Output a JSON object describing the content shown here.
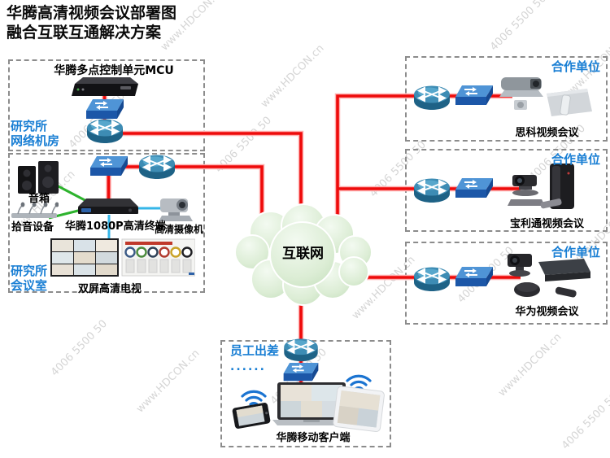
{
  "title": {
    "line1": "华腾高清视频会议部署图",
    "line2": "融合互联互通解决方案"
  },
  "watermark": {
    "site": "www.HDCON.cn",
    "phone": "4006 5500 50"
  },
  "cloud": {
    "label": "互联网"
  },
  "network_room": {
    "zone_line1": "研究所",
    "zone_line2": "网络机房",
    "mcu_label": "华腾多点控制单元MCU"
  },
  "meeting_room": {
    "zone_line1": "研究所",
    "zone_line2": "会议室",
    "speakers_label": "音箱",
    "mic_label": "拾音设备",
    "terminal_label": "华腾1080P高清终端",
    "camera_label": "高清摄像机",
    "tv_label": "双屏高清电视"
  },
  "partners": [
    {
      "zone_label": "合作单位",
      "device_label": "思科视频会议"
    },
    {
      "zone_label": "合作单位",
      "device_label": "宝利通视频会议"
    },
    {
      "zone_label": "合作单位",
      "device_label": "华为视频会议"
    }
  ],
  "mobile": {
    "zone_label": "员工出差",
    "dots": "......",
    "device_label": "华腾移动客户端"
  },
  "colors": {
    "link_red": "#ee0b0b",
    "link_green": "#2db32d",
    "link_cyan": "#35b6e8",
    "accent_blue": "#1a7fd4",
    "cloud_fill": "#dcedd5",
    "network_device_blue": "#2f7da5"
  }
}
